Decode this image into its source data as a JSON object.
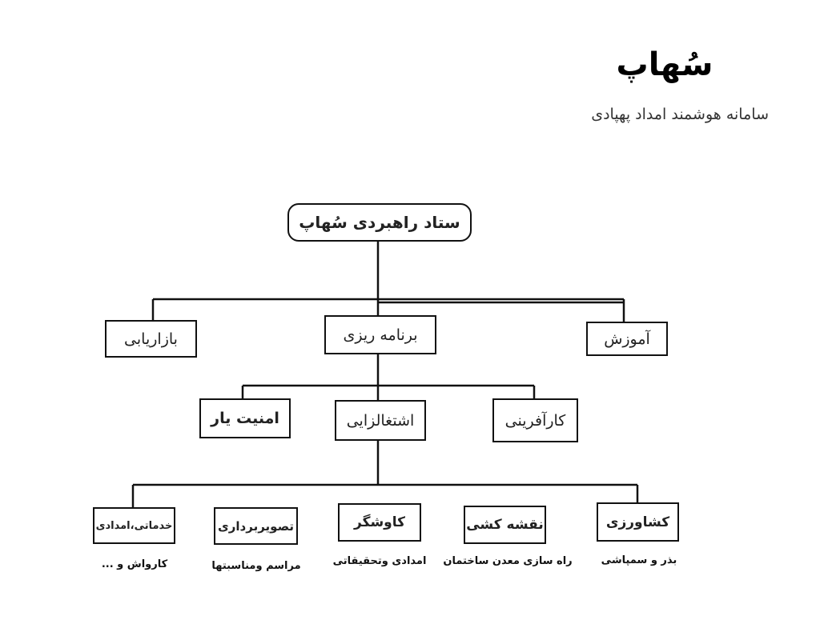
{
  "header": {
    "title": "سُهاپ",
    "subtitle": "سامانه هوشمند امداد پهپادی"
  },
  "diagram": {
    "root": "ستاد راهبردی سُهاپ",
    "level2": {
      "left": "بازاریابی",
      "center": "برنامه ریزی",
      "right": "آموزش"
    },
    "level3": {
      "left": "امنیت یار",
      "center": "اشتغالزایی",
      "right": "کارآفرینی"
    },
    "level4": [
      {
        "label": "خدماتی،امدادی",
        "caption": "کارواش و ..."
      },
      {
        "label": "تصویربرداری",
        "caption": "مراسم ومناسبتها"
      },
      {
        "label": "کاوشگر",
        "caption": "امدادی وتحقیقاتی"
      },
      {
        "label": "نقشه کشی",
        "caption": "راه سازی معدن ساختمان"
      },
      {
        "label": "کشاورزی",
        "caption": "بذر و سمپاشی"
      }
    ]
  }
}
